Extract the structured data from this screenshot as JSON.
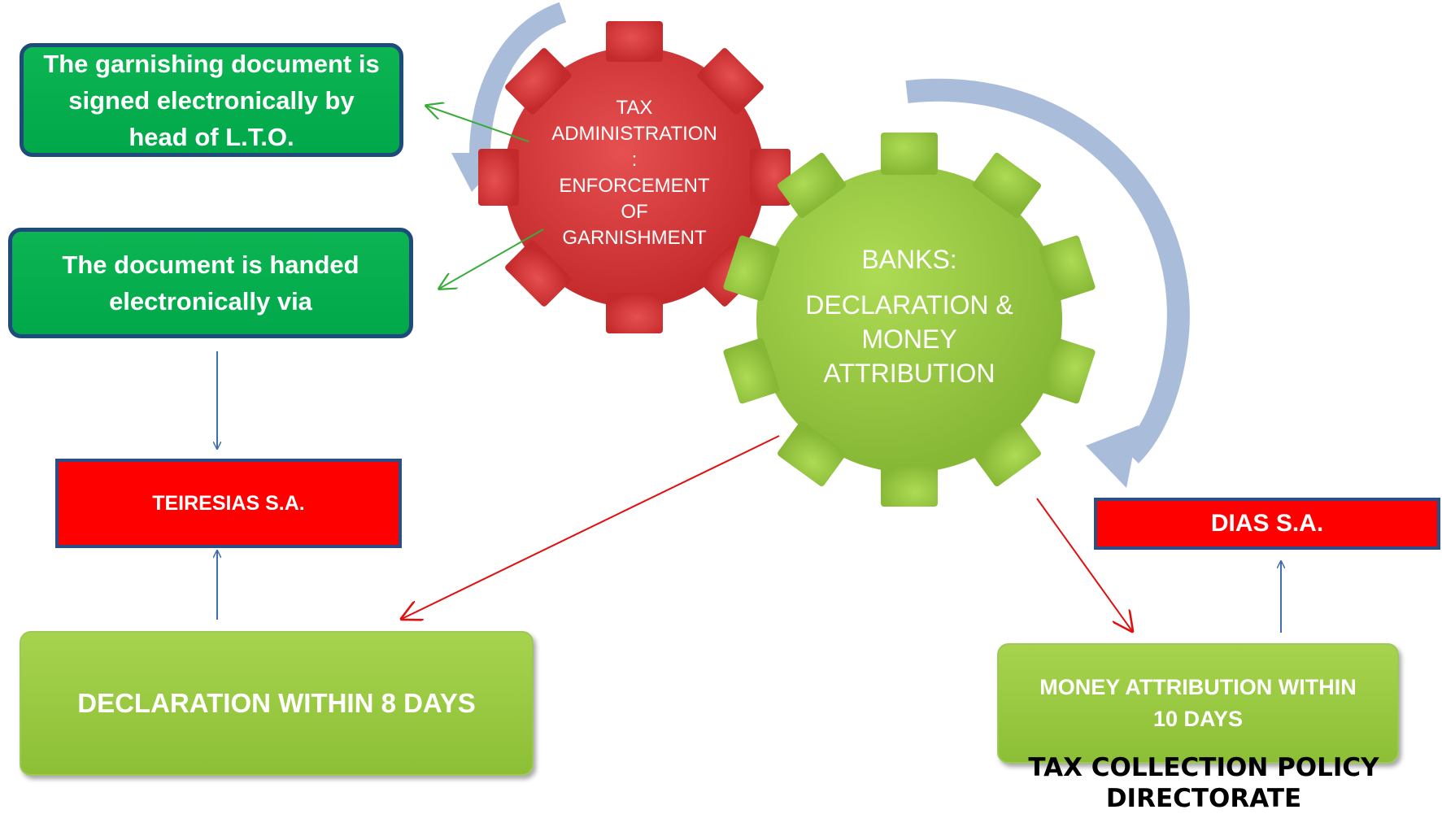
{
  "top_left_box": "The garnishing document is signed electronically by head of L.T.O.",
  "mid_left_box": "The document is handed electronically via",
  "teiresias_box": "TEIRESIAS S.A.",
  "declaration_box": "DECLARATION WITHIN 8 DAYS",
  "dias_box": "DIAS S.A.",
  "money_box_line1": "MONEY ATTRIBUTION WITHIN",
  "money_box_line2": "10 DAYS",
  "tax_gear": {
    "line1": "TAX",
    "line2": "ADMINISTRATION",
    "line3": ":",
    "line4": "ENFORCEMENT",
    "line5": "OF",
    "line6": "GARNISHMENT"
  },
  "banks_gear": {
    "line1": "BANKS:",
    "line2": "DECLARATION &",
    "line3": "MONEY",
    "line4": "ATTRIBUTION"
  },
  "footer": {
    "line1": "TAX COLLECTION POLICY",
    "line2": "DIRECTORATE"
  },
  "colors": {
    "dark_green": "#00b050",
    "red": "#ff0000",
    "gear_red": "#d8383a",
    "gear_green": "#96c83c",
    "lime": "#9bcb45",
    "circular_arrow": "#a9bddb",
    "blue_arrow": "#3f6fb0",
    "green_arrow": "#3aaa3a",
    "red_arrow": "#e01010"
  }
}
